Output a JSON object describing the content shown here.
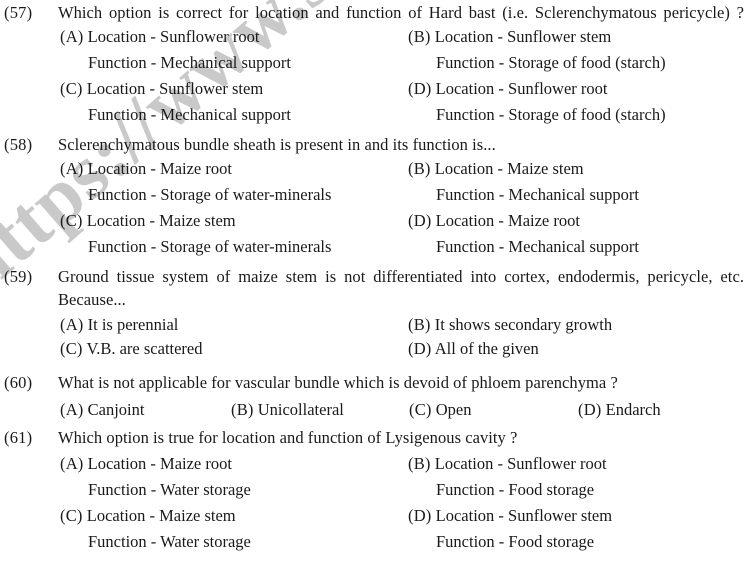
{
  "document": {
    "type": "multiple-choice-question-page",
    "watermark": "https://www.studi",
    "watermark_color": "#c9c9c9",
    "text_color": "#1a1a1a",
    "background_color": "#ffffff"
  },
  "questions": [
    {
      "number": "(57)",
      "text": "Which option is correct for location and function of Hard bast (i.e. Sclerenchymatous pericycle) ?",
      "text_line2": "",
      "layout": "two-column-pairs",
      "options": [
        {
          "tag": "(A)",
          "location": "Location - Sunflower root",
          "function": "Function - Mechanical support"
        },
        {
          "tag": "(B)",
          "location": "Location - Sunflower stem",
          "function": "Function - Storage of food (starch)"
        },
        {
          "tag": "(C)",
          "location": "Location - Sunflower stem",
          "function": "Function - Mechanical support"
        },
        {
          "tag": "(D)",
          "location": "Location - Sunflower root",
          "function": "Function - Storage of food (starch)"
        }
      ]
    },
    {
      "number": "(58)",
      "text": "Sclerenchymatous bundle sheath is present in and its function is...",
      "text_line2": "",
      "layout": "two-column-pairs",
      "options": [
        {
          "tag": "(A)",
          "location": "Location - Maize root",
          "function": "Function - Storage of water-minerals"
        },
        {
          "tag": "(B)",
          "location": "Location - Maize stem",
          "function": "Function - Mechanical support"
        },
        {
          "tag": "(C)",
          "location": "Location - Maize stem",
          "function": "Function - Storage of water-minerals"
        },
        {
          "tag": "(D)",
          "location": "Location - Maize root",
          "function": "Function - Mechanical support"
        }
      ]
    },
    {
      "number": "(59)",
      "text": "Ground tissue system of maize stem is not differentiated into cortex, endodermis, pericycle, etc.",
      "text_line2": "Because...",
      "layout": "two-column-simple",
      "options": [
        {
          "tag": "(A)",
          "label": "It is perennial"
        },
        {
          "tag": "(B)",
          "label": "It shows secondary growth"
        },
        {
          "tag": "(C)",
          "label": "V.B.  are  scattered"
        },
        {
          "tag": "(D)",
          "label": "All of the given"
        }
      ]
    },
    {
      "number": "(60)",
      "text": "What is not applicable for vascular bundle which is devoid of phloem parenchyma ?",
      "text_line2": "",
      "layout": "four-column",
      "options": [
        {
          "tag": "(A)",
          "label": "Canjoint"
        },
        {
          "tag": "(B)",
          "label": "Unicollateral"
        },
        {
          "tag": "(C)",
          "label": "Open"
        },
        {
          "tag": "(D)",
          "label": "Endarch"
        }
      ]
    },
    {
      "number": "(61)",
      "text": "Which option is true for location and function of Lysigenous cavity ?",
      "text_line2": "",
      "layout": "two-column-pairs",
      "options": [
        {
          "tag": "(A)",
          "location": "Location - Maize root",
          "function": "Function - Water storage"
        },
        {
          "tag": "(B)",
          "location": "Location - Sunflower root",
          "function": "Function - Food storage"
        },
        {
          "tag": "(C)",
          "location": "Location - Maize stem",
          "function": "Function - Water storage"
        },
        {
          "tag": "(D)",
          "location": "Location - Sunflower stem",
          "function": "Function - Food storage"
        }
      ]
    }
  ]
}
